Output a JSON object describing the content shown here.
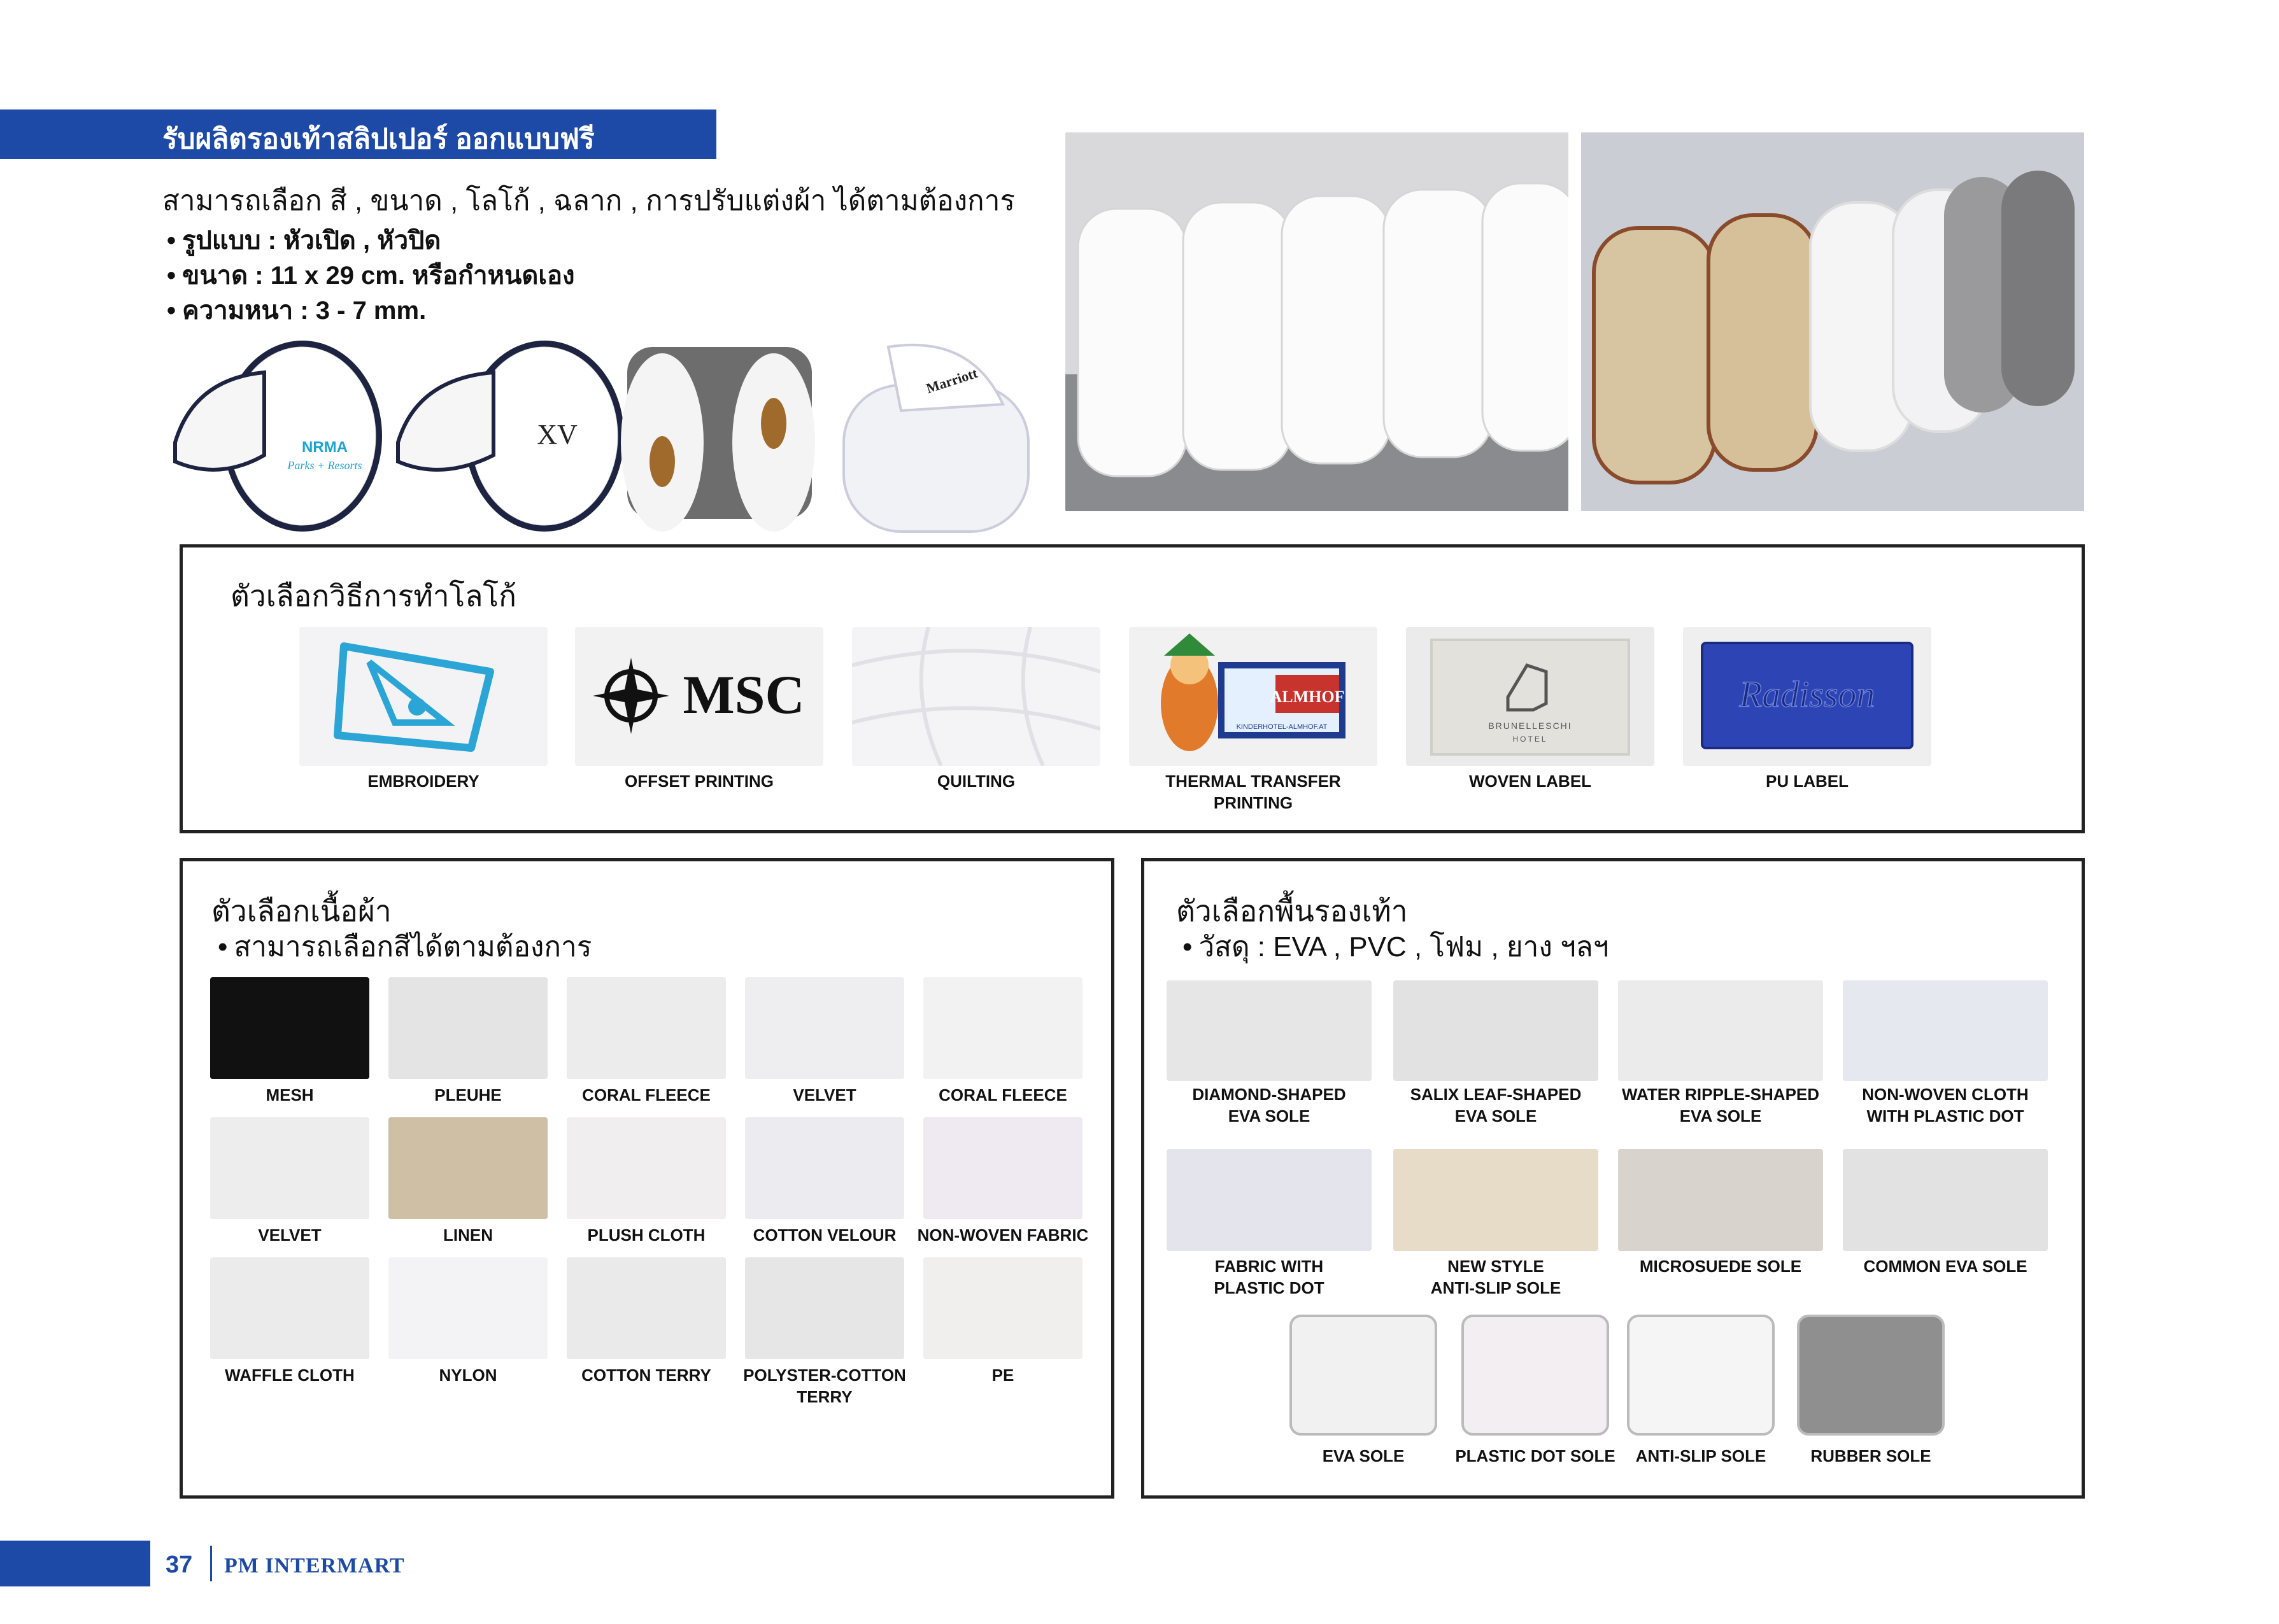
{
  "header": {
    "banner_title": "รับผลิตรองเท้าสลิปเปอร์ ออกแบบฟรี",
    "intro": "สามารถเลือก สี , ขนาด , โลโก้ , ฉลาก , การปรับแต่งผ้า ได้ตามต้องการ",
    "bullets": [
      "รูปแบบ : หัวเปิด , หัวปิด",
      "ขนาด : 11 x 29 cm. หรือกำหนดเอง",
      "ความหนา : 3 - 7 mm."
    ]
  },
  "samples": {
    "logo_1_lines": [
      "NRMA",
      "Parks + Resorts"
    ],
    "logo_2": "XV",
    "logo_4": "Marriott"
  },
  "logo_methods": {
    "title": "ตัวเลือกวิธีการทำโลโก้",
    "items": [
      {
        "label": "EMBROIDERY"
      },
      {
        "label": "OFFSET PRINTING",
        "sample_text": "MSC"
      },
      {
        "label": "QUILTING"
      },
      {
        "label": "THERMAL TRANSFER\nPRINTING",
        "sample_text": "ALMHOF",
        "sample_sub": "KINDERHOTEL-ALMHOF.AT"
      },
      {
        "label": "WOVEN LABEL",
        "sample_text": "BRUNELLESCHI",
        "sample_sub": "HOTEL"
      },
      {
        "label": "PU LABEL",
        "sample_text": "Radisson"
      }
    ]
  },
  "fabrics": {
    "title": "ตัวเลือกเนื้อผ้า",
    "subtitle": "สามารถเลือกสีได้ตามต้องการ",
    "items": [
      {
        "label": "MESH",
        "color": "#111111"
      },
      {
        "label": "PLEUHE",
        "color": "#e4e4e4"
      },
      {
        "label": "CORAL FLEECE",
        "color": "#ececec"
      },
      {
        "label": "VELVET",
        "color": "#eeeef0"
      },
      {
        "label": "CORAL FLEECE",
        "color": "#f2f2f2"
      },
      {
        "label": "VELVET",
        "color": "#ededed"
      },
      {
        "label": "LINEN",
        "color": "#cfbfa4"
      },
      {
        "label": "PLUSH CLOTH",
        "color": "#f0eeef"
      },
      {
        "label": "COTTON VELOUR",
        "color": "#ececf0"
      },
      {
        "label": "NON-WOVEN FABRIC",
        "color": "#efe9f2"
      },
      {
        "label": "WAFFLE CLOTH",
        "color": "#ebebeb"
      },
      {
        "label": "NYLON",
        "color": "#f3f3f5"
      },
      {
        "label": "COTTON TERRY",
        "color": "#eaeaea"
      },
      {
        "label": "POLYSTER-COTTON\nTERRY",
        "color": "#e6e6e6"
      },
      {
        "label": "PE",
        "color": "#f1efee"
      }
    ]
  },
  "soles": {
    "title": "ตัวเลือกพื้นรองเท้า",
    "subtitle": "วัสดุ : EVA , PVC , โฟม , ยาง ฯลฯ",
    "items": [
      {
        "label": "DIAMOND-SHAPED\nEVA SOLE",
        "color": "#e6e6e6"
      },
      {
        "label": "SALIX LEAF-SHAPED\nEVA SOLE",
        "color": "#e2e2e2"
      },
      {
        "label": "WATER RIPPLE-SHAPED\nEVA SOLE",
        "color": "#ebebeb"
      },
      {
        "label": "NON-WOVEN CLOTH\nWITH PLASTIC DOT",
        "color": "#e6e8f0"
      },
      {
        "label": "FABRIC WITH\nPLASTIC DOT",
        "color": "#e4e5ec"
      },
      {
        "label": "NEW STYLE\nANTI-SLIP SOLE",
        "color": "#e7dcc8"
      },
      {
        "label": "MICROSUEDE SOLE",
        "color": "#d8d3cd"
      },
      {
        "label": "COMMON EVA SOLE",
        "color": "#e2e2e2"
      },
      {
        "label": "EVA SOLE",
        "color": "#f1f1f1"
      },
      {
        "label": "PLASTIC DOT SOLE",
        "color": "#f2eef2"
      },
      {
        "label": "ANTI-SLIP SOLE",
        "color": "#f5f5f5"
      },
      {
        "label": "RUBBER SOLE",
        "color": "#8f8f8f"
      }
    ]
  },
  "footer": {
    "page_number": "37",
    "brand": "PM INTERMART"
  },
  "colors": {
    "accent": "#1d4aa6"
  }
}
